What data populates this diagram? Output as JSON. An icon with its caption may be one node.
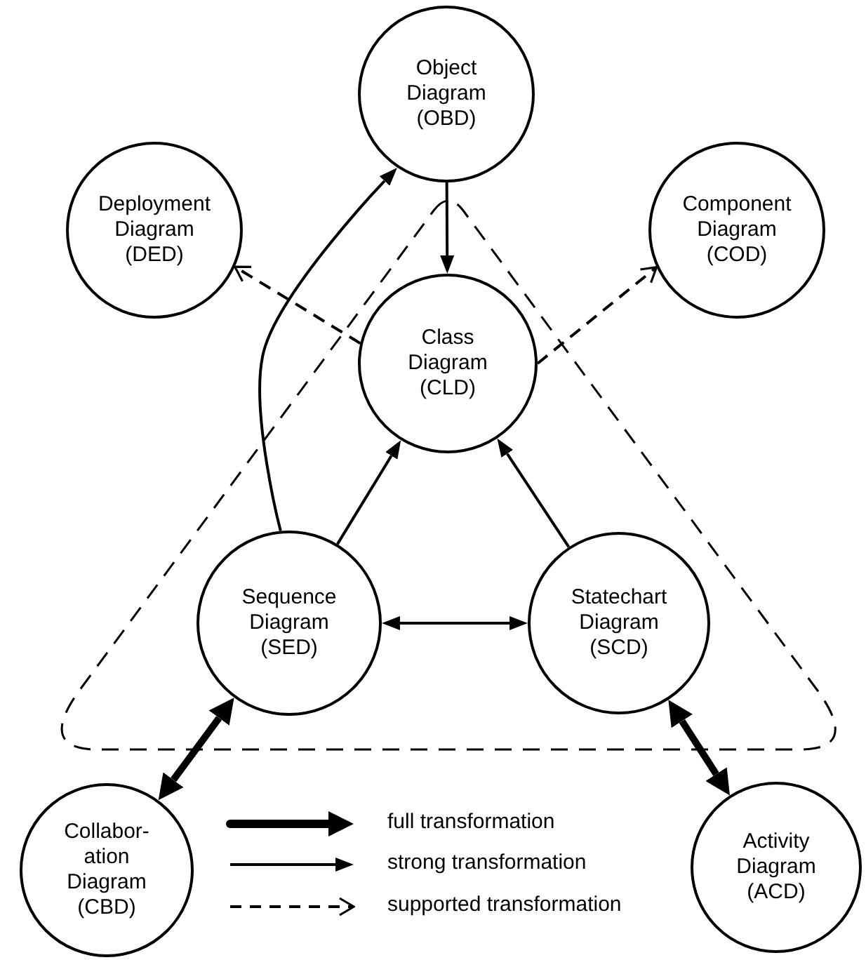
{
  "diagram": {
    "nodes": [
      {
        "text": [
          "Object Diagram (OBD)"
        ]
      },
      {
        "text": [
          "Deployment Diagram (DED)"
        ]
      },
      {
        "text": [
          "Component Diagram (COD)"
        ]
      },
      {
        "text": [
          "Class Diagram (CLD)"
        ]
      },
      {
        "text": [
          "Sequence Diagram (SED)"
        ]
      },
      {
        "text": [
          "Statechart Diagram (SCD)"
        ]
      },
      {
        "text": [
          "Collabor- ation Diagram (CBD)"
        ]
      },
      {
        "text": [
          "Activity Diagram (ACD)"
        ]
      }
    ],
    "edges": [
      {
        "from": 4,
        "to": 0,
        "arrow": "to"
      },
      {
        "from": 0,
        "to": 3,
        "arrow": "to"
      },
      {
        "from": 3,
        "to": 1,
        "arrow": "to",
        "style": "dashed"
      },
      {
        "from": 3,
        "to": 2,
        "arrow": "to",
        "style": "dashed"
      },
      {
        "from": 4,
        "to": 3,
        "arrow": "to"
      },
      {
        "from": 5,
        "to": 3,
        "arrow": "to"
      },
      {
        "from": 4,
        "to": 5,
        "arrow": "both"
      },
      {
        "from": 4,
        "to": 6,
        "arrow": "both",
        "style": "thick"
      },
      {
        "from": 5,
        "to": 7,
        "arrow": "both",
        "style": "thick"
      }
    ],
    "legend": [
      {
        "text": "full transformation"
      },
      {
        "text": "strong transformation"
      },
      {
        "text": "supported transformation"
      }
    ]
  }
}
